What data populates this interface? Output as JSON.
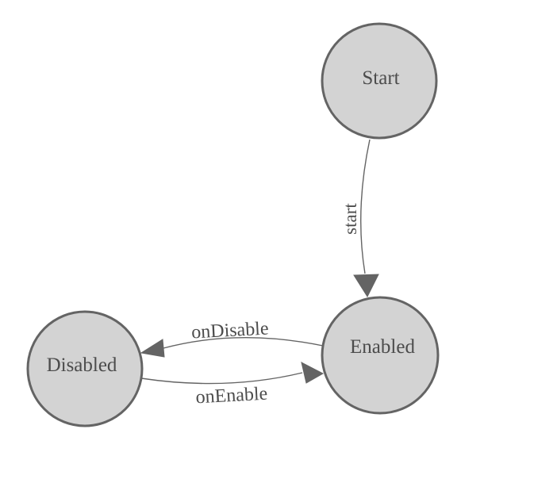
{
  "diagram": {
    "type": "state-machine",
    "background": "#ffffff",
    "colors": {
      "node_fill": "#d3d3d3",
      "node_stroke": "#646464",
      "edge_stroke": "#646464",
      "arrow_fill": "#646464",
      "label_text": "#4c4c4c"
    },
    "nodes": [
      {
        "id": "start",
        "label": "Start"
      },
      {
        "id": "enabled",
        "label": "Enabled"
      },
      {
        "id": "disabled",
        "label": "Disabled"
      }
    ],
    "edges": [
      {
        "id": "start-to-enabled",
        "label": "start",
        "from": "Start",
        "to": "Enabled"
      },
      {
        "id": "enabled-to-disabled",
        "label": "onDisable",
        "from": "Enabled",
        "to": "Disabled"
      },
      {
        "id": "disabled-to-enabled",
        "label": "onEnable",
        "from": "Disabled",
        "to": "Enabled"
      }
    ]
  }
}
